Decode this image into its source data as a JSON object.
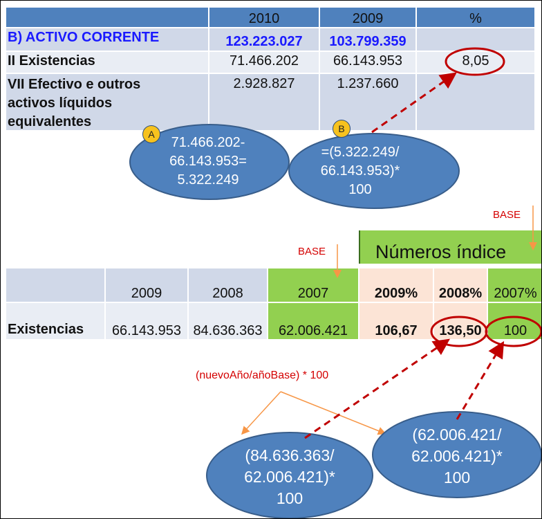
{
  "top_table": {
    "headers": [
      "",
      "2010",
      "2009",
      "%"
    ],
    "rows": [
      {
        "label": "B) ACTIVO CORRENTE",
        "v2010": "123.223.027",
        "v2009": "103.799.359",
        "pct": ""
      },
      {
        "label": "II Existencias",
        "v2010": "71.466.202",
        "v2009": "66.143.953",
        "pct": "8,05"
      },
      {
        "label": "VII Efectivo e outros activos líquidos equivalentes",
        "v2010": "2.928.827",
        "v2009": "1.237.660",
        "pct": ""
      }
    ]
  },
  "bubble_a": {
    "badge": "A",
    "lines": [
      "71.466.202-",
      "66.143.953=",
      "5.322.249"
    ]
  },
  "bubble_b": {
    "badge": "B",
    "lines": [
      "=(5.322.249/",
      "66.143.953)*",
      "100"
    ]
  },
  "bottom": {
    "base_label": "BASE",
    "index_title": "Números índice",
    "headers": [
      "",
      "2009",
      "2008",
      "2007",
      "2009%",
      "2008%",
      "2007%"
    ],
    "row": [
      "Existencias",
      "66.143.953",
      "84.636.363",
      "62.006.421",
      "106,67",
      "136,50",
      "100"
    ],
    "formula": "(nuevoAño/añoBase) * 100",
    "bubble_left": [
      "(84.636.363/",
      "62.006.421)*",
      "100"
    ],
    "bubble_right": [
      "(62.006.421/",
      "62.006.421)*",
      "100"
    ]
  },
  "colors": {
    "header_blue": "#4f81bd",
    "row_dark": "#d0d8e8",
    "row_light": "#e9edf4",
    "green": "#92d050",
    "peach": "#fce4d6",
    "red": "#c00000",
    "orange": "#f79646"
  }
}
